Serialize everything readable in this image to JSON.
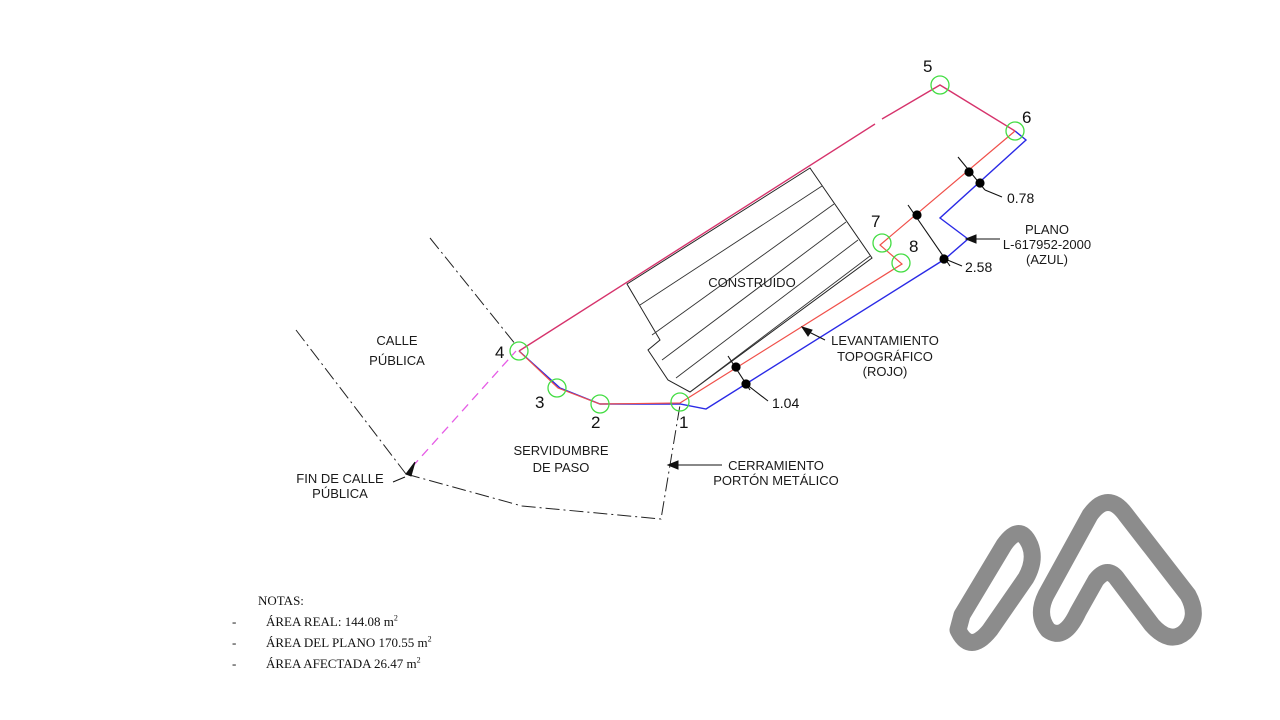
{
  "labels": {
    "calle_line1": "CALLE",
    "calle_line2": "PÚBLICA",
    "construido": "CONSTRUIDO",
    "servidumbre_line1": "SERVIDUMBRE",
    "servidumbre_line2": "DE PASO",
    "fin_calle_line1": "FIN DE CALLE",
    "fin_calle_line2": "PÚBLICA",
    "cerramiento_line1": "CERRAMIENTO",
    "cerramiento_line2": "PORTÓN METÁLICO",
    "levantamiento_line1": "LEVANTAMIENTO",
    "levantamiento_line2": "TOPOGRÁFICO",
    "levantamiento_line3": "(ROJO)",
    "plano_line1": "PLANO",
    "plano_line2": "L-617952-2000",
    "plano_line3": "(AZUL)"
  },
  "vertices": [
    "1",
    "2",
    "3",
    "4",
    "5",
    "6",
    "7",
    "8"
  ],
  "measurements": [
    "0.78",
    "2.58",
    "1.04"
  ],
  "notes": {
    "title": "NOTAS:",
    "items": [
      {
        "bullet": "-",
        "text": "ÁREA REAL: 144.08 m",
        "sup": "2"
      },
      {
        "bullet": "-",
        "text": "ÁREA DEL PLANO 170.55 m",
        "sup": "2"
      },
      {
        "bullet": "-",
        "text": "ÁREA AFECTADA 26.47 m",
        "sup": "2"
      }
    ]
  },
  "colors": {
    "survey_red": "#f0504a",
    "plan_blue": "#2a2ae6",
    "boundary_crimson": "#d6336c",
    "dashed_magenta": "#e65ce6",
    "marker_green": "#44dd44",
    "logo_gray": "#8c8c8c"
  }
}
